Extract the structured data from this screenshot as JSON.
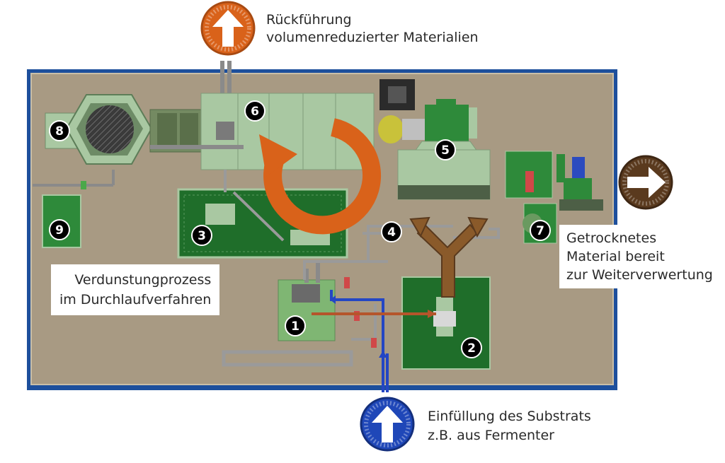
{
  "labels": {
    "return": [
      "Rückführung",
      "volumenreduzierter Materialien"
    ],
    "evaporation": [
      "Verdunstungprozess",
      "im Durchlaufverfahren"
    ],
    "dried": [
      "Getrocknetes",
      "Material bereit",
      "zur Weiterverwertung"
    ],
    "fill": [
      "Einfüllung des Substrats",
      "z.B. aus Fermenter"
    ]
  },
  "components": [
    {
      "number": "1"
    },
    {
      "number": "2"
    },
    {
      "number": "3"
    },
    {
      "number": "4"
    },
    {
      "number": "5"
    },
    {
      "number": "6"
    },
    {
      "number": "7"
    },
    {
      "number": "8"
    },
    {
      "number": "9"
    }
  ],
  "colors": {
    "frame": "#1d4f9c",
    "floor": "#a89a83",
    "module_light": "#a9c8a2",
    "module_dark": "#1f6e2a",
    "orange_arrow": "#d9621a",
    "brown_arrow": "#5a3a1e",
    "blue_arrow": "#1f47b8",
    "blue_pipe": "#2446c4",
    "brown_pipe": "#b5552b"
  },
  "icons": [
    "return-arrow-up-icon",
    "output-arrow-right-icon",
    "input-arrow-up-icon",
    "recycle-circular-arrow-icon",
    "split-y-arrow-icon"
  ]
}
